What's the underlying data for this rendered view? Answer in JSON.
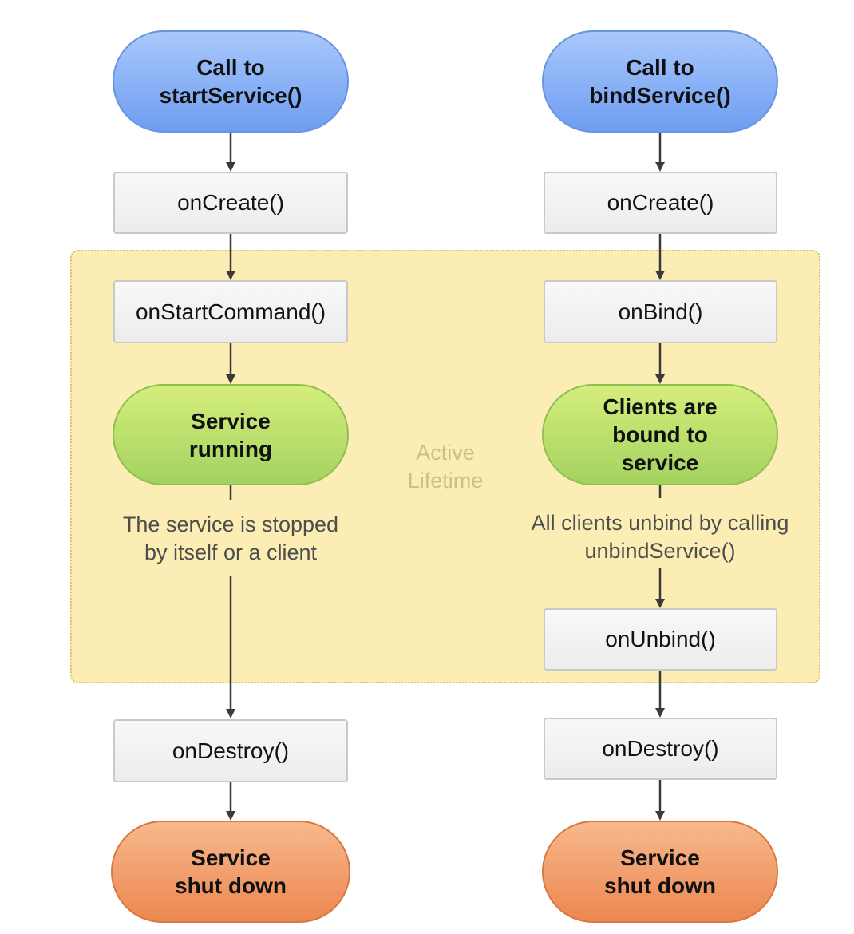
{
  "colors": {
    "start_pill": "#8db4f7",
    "running_pill": "#bee26f",
    "shutdown_pill": "#f39e6d",
    "method_box": "#f2f2f2",
    "active_region": "#fbedb4",
    "active_label": "#c8c47c"
  },
  "active_lifetime": {
    "label": "Active\nLifetime"
  },
  "left_flow": {
    "start": "Call to\nstartService()",
    "on_create": "onCreate()",
    "on_start_command": "onStartCommand()",
    "running": "Service\nrunning",
    "stop_note": "The service is stopped\nby itself or a client",
    "on_destroy": "onDestroy()",
    "shutdown": "Service\nshut down"
  },
  "right_flow": {
    "start": "Call to\nbindService()",
    "on_create": "onCreate()",
    "on_bind": "onBind()",
    "bound": "Clients are\nbound to\nservice",
    "unbind_note": "All clients unbind by calling\nunbindService()",
    "on_unbind": "onUnbind()",
    "on_destroy": "onDestroy()",
    "shutdown": "Service\nshut down"
  }
}
